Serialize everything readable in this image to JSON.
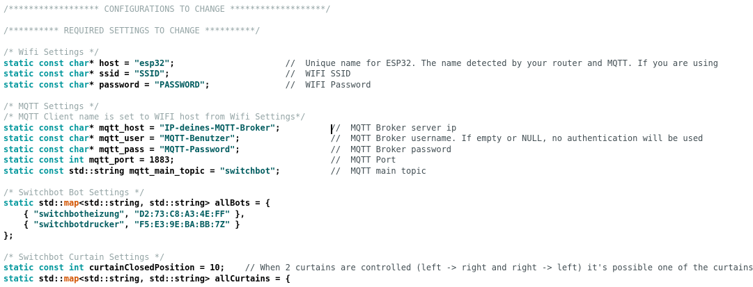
{
  "editor": {
    "description": "Arduino IDE style source code view of ESP32 SwitchBot MQTT configuration",
    "background": "#ffffff",
    "palette": {
      "keyword": "#00979C",
      "builtin_type": "#D35400",
      "string": "#005C5F",
      "block_comment": "#95A5A6",
      "line_comment": "#434F54",
      "plain_code": "#000000",
      "caret": "#000000"
    },
    "lines": [
      {
        "segments": [
          {
            "c": "cmt1",
            "t": "/****************** CONFIGURATIONS TO CHANGE *******************/"
          }
        ]
      },
      {
        "segments": []
      },
      {
        "segments": [
          {
            "c": "cmt1",
            "t": "/********** REQUIRED SETTINGS TO CHANGE **********/"
          }
        ]
      },
      {
        "segments": []
      },
      {
        "segments": [
          {
            "c": "cmt1",
            "t": "/* Wifi Settings */"
          }
        ]
      },
      {
        "segments": [
          {
            "c": "kw",
            "t": "static const char"
          },
          {
            "c": "plain",
            "t": "* host = "
          },
          {
            "c": "str",
            "t": "\"esp32\""
          },
          {
            "c": "plain",
            "t": ";                      "
          },
          {
            "c": "cmt2",
            "t": "//  Unique name for ESP32. The name detected by your router and MQTT. If you are using"
          }
        ]
      },
      {
        "segments": [
          {
            "c": "kw",
            "t": "static const char"
          },
          {
            "c": "plain",
            "t": "* ssid = "
          },
          {
            "c": "str",
            "t": "\"SSID\""
          },
          {
            "c": "plain",
            "t": ";                       "
          },
          {
            "c": "cmt2",
            "t": "//  WIFI SSID"
          }
        ]
      },
      {
        "segments": [
          {
            "c": "kw",
            "t": "static const char"
          },
          {
            "c": "plain",
            "t": "* password = "
          },
          {
            "c": "str",
            "t": "\"PASSWORD\""
          },
          {
            "c": "plain",
            "t": ";               "
          },
          {
            "c": "cmt2",
            "t": "//  WIFI Password"
          }
        ]
      },
      {
        "segments": []
      },
      {
        "segments": [
          {
            "c": "cmt1",
            "t": "/* MQTT Settings */"
          }
        ]
      },
      {
        "segments": [
          {
            "c": "cmt1",
            "t": "/* MQTT Client name is set to WIFI host from Wifi Settings*/"
          }
        ]
      },
      {
        "segments": [
          {
            "c": "kw",
            "t": "static const char"
          },
          {
            "c": "plain",
            "t": "* mqtt_host = "
          },
          {
            "c": "str",
            "t": "\"IP-deines-MQTT-Broker\""
          },
          {
            "c": "plain",
            "t": ";          "
          },
          {
            "caret": true
          },
          {
            "c": "cmt2",
            "t": "//  MQTT Broker server ip"
          }
        ]
      },
      {
        "segments": [
          {
            "c": "kw",
            "t": "static const char"
          },
          {
            "c": "plain",
            "t": "* mqtt_user = "
          },
          {
            "c": "str",
            "t": "\"MQTT-Benutzer\""
          },
          {
            "c": "plain",
            "t": ";                  "
          },
          {
            "c": "cmt2",
            "t": "//  MQTT Broker username. If empty or NULL, no authentication will be used"
          }
        ]
      },
      {
        "segments": [
          {
            "c": "kw",
            "t": "static const char"
          },
          {
            "c": "plain",
            "t": "* mqtt_pass = "
          },
          {
            "c": "str",
            "t": "\"MQTT-Password\""
          },
          {
            "c": "plain",
            "t": ";                  "
          },
          {
            "c": "cmt2",
            "t": "//  MQTT Broker password"
          }
        ]
      },
      {
        "segments": [
          {
            "c": "kw",
            "t": "static const int"
          },
          {
            "c": "plain",
            "t": " mqtt_port = 1883;                               "
          },
          {
            "c": "cmt2",
            "t": "//  MQTT Port"
          }
        ]
      },
      {
        "segments": [
          {
            "c": "kw",
            "t": "static const"
          },
          {
            "c": "plain",
            "t": " std::string mqtt_main_topic = "
          },
          {
            "c": "str",
            "t": "\"switchbot\""
          },
          {
            "c": "plain",
            "t": ";          "
          },
          {
            "c": "cmt2",
            "t": "//  MQTT main topic"
          }
        ]
      },
      {
        "segments": []
      },
      {
        "segments": [
          {
            "c": "cmt1",
            "t": "/* Switchbot Bot Settings */"
          }
        ]
      },
      {
        "segments": [
          {
            "c": "kw",
            "t": "static"
          },
          {
            "c": "plain",
            "t": " std::"
          },
          {
            "c": "type",
            "t": "map"
          },
          {
            "c": "plain",
            "t": "<std::string, std::string> allBots = {"
          }
        ]
      },
      {
        "segments": [
          {
            "c": "plain",
            "t": "    { "
          },
          {
            "c": "str",
            "t": "\"switchbotheizung\""
          },
          {
            "c": "plain",
            "t": ", "
          },
          {
            "c": "str",
            "t": "\"D2:73:C8:A3:4E:FF\""
          },
          {
            "c": "plain",
            "t": " },"
          }
        ]
      },
      {
        "segments": [
          {
            "c": "plain",
            "t": "    { "
          },
          {
            "c": "str",
            "t": "\"switchbotdrucker\""
          },
          {
            "c": "plain",
            "t": ", "
          },
          {
            "c": "str",
            "t": "\"F5:E3:9E:BA:BB:7Z\""
          },
          {
            "c": "plain",
            "t": " }"
          }
        ]
      },
      {
        "segments": [
          {
            "c": "plain",
            "t": "};"
          }
        ]
      },
      {
        "segments": []
      },
      {
        "segments": [
          {
            "c": "cmt1",
            "t": "/* Switchbot Curtain Settings */"
          }
        ]
      },
      {
        "segments": [
          {
            "c": "kw",
            "t": "static const int"
          },
          {
            "c": "plain",
            "t": " curtainClosedPosition = 10;    "
          },
          {
            "c": "cmt2",
            "t": "// When 2 curtains are controlled (left -> right and right -> left) it's possible one of the curtains"
          }
        ]
      },
      {
        "segments": [
          {
            "c": "kw",
            "t": "static"
          },
          {
            "c": "plain",
            "t": " std::"
          },
          {
            "c": "type",
            "t": "map"
          },
          {
            "c": "plain",
            "t": "<std::string, std::string> allCurtains = {"
          }
        ]
      }
    ]
  }
}
